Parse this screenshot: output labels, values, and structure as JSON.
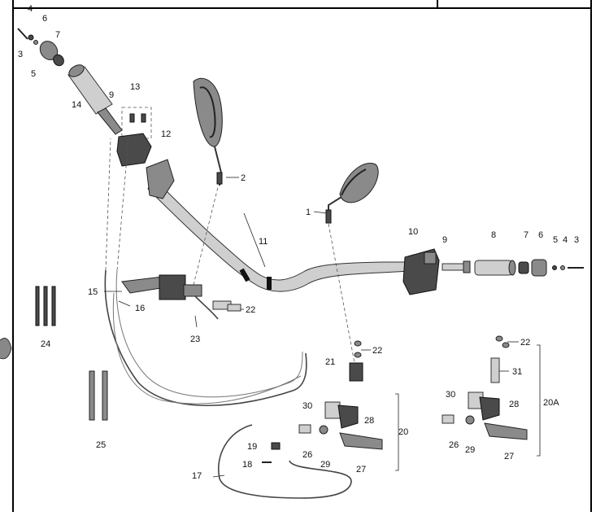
{
  "diagram": {
    "callouts": {
      "c1": "1",
      "c2": "2",
      "c3a": "3",
      "c3b": "3",
      "c4a": "4",
      "c4b": "4",
      "c5a": "5",
      "c5b": "5",
      "c6a": "6",
      "c6b": "6",
      "c7a": "7",
      "c7b": "7",
      "c8": "8",
      "c9a": "9",
      "c9b": "9",
      "c10": "10",
      "c11": "11",
      "c12": "12",
      "c13": "13",
      "c14": "14",
      "c15": "15",
      "c16": "16",
      "c17": "17",
      "c18": "18",
      "c19": "19",
      "c20": "20",
      "c20a": "20A",
      "c21": "21",
      "c22a": "22",
      "c22b": "22",
      "c22c": "22",
      "c23": "23",
      "c24": "24",
      "c25": "25",
      "c26a": "26",
      "c26b": "26",
      "c27a": "27",
      "c27b": "27",
      "c28a": "28",
      "c28b": "28",
      "c29a": "29",
      "c29b": "29",
      "c30a": "30",
      "c30b": "30",
      "c31": "31"
    }
  }
}
